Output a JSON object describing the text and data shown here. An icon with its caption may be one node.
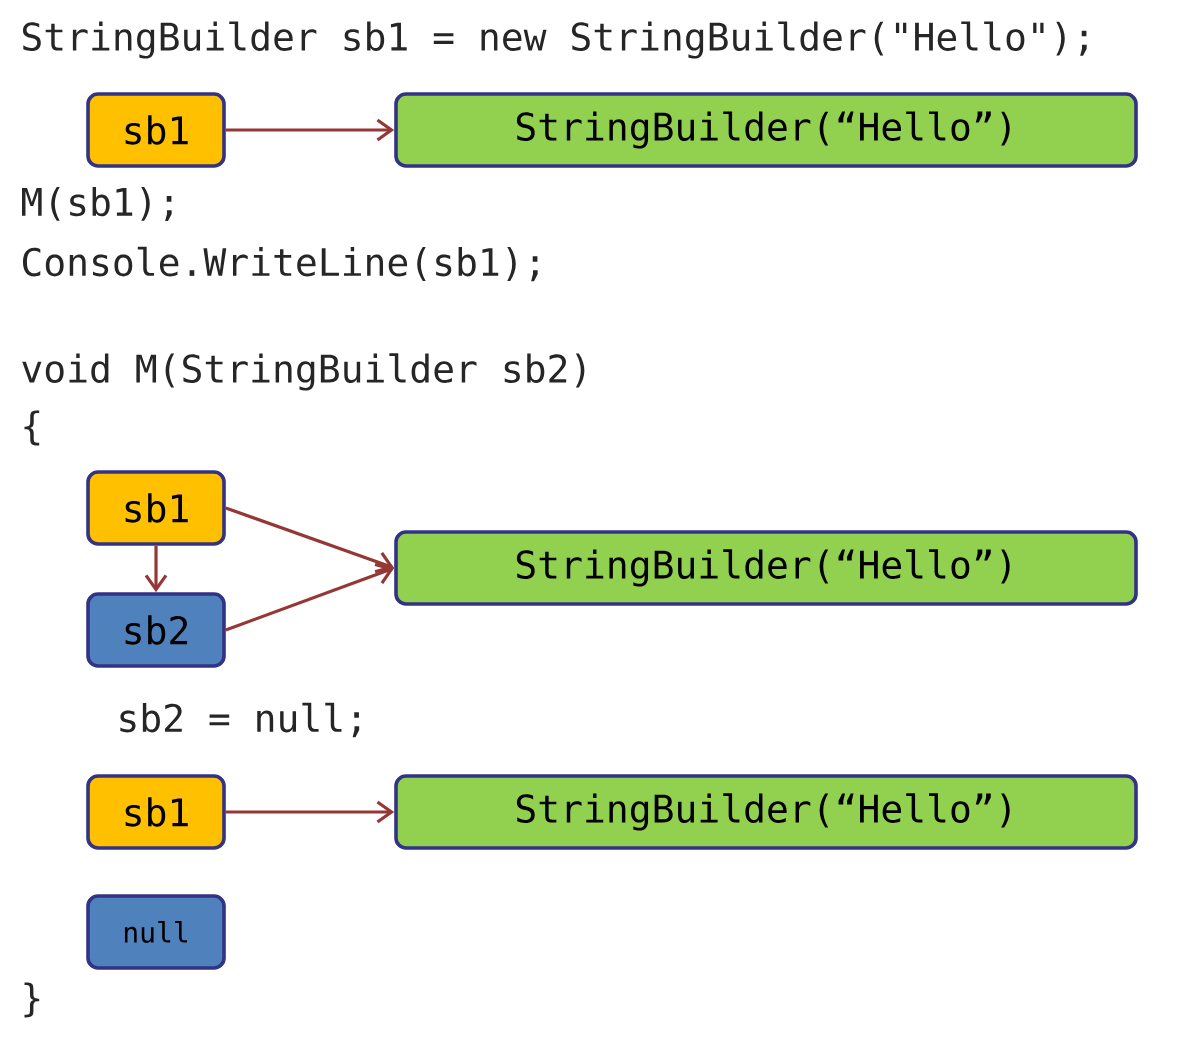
{
  "diagram": {
    "nodes": [
      {
        "text": [
          "sb1"
        ]
      },
      {
        "text": [
          "StringBuilder(“Hello”)"
        ]
      },
      {
        "text": [
          "sb1"
        ]
      },
      {
        "text": [
          "sb2"
        ]
      },
      {
        "text": [
          "StringBuilder(“Hello”)"
        ]
      },
      {
        "text": [
          "sb1"
        ]
      },
      {
        "text": [
          "StringBuilder(“Hello”)"
        ]
      },
      {
        "text": [
          "null"
        ]
      }
    ],
    "edges": [
      {
        "from": 0,
        "to": 1,
        "arrow": "to"
      },
      {
        "from": 2,
        "to": 4,
        "arrow": "to"
      },
      {
        "from": 2,
        "to": 3,
        "arrow": "to"
      },
      {
        "from": 3,
        "to": 4,
        "arrow": "to"
      },
      {
        "from": 5,
        "to": 6,
        "arrow": "to"
      }
    ],
    "labels": [
      "StringBuilder sb1 = new StringBuilder(\"Hello\");",
      "M(sb1);",
      "Console.WriteLine(sb1);",
      "void M(StringBuilder sb2)",
      "{",
      "sb2 = null;",
      "}"
    ]
  }
}
